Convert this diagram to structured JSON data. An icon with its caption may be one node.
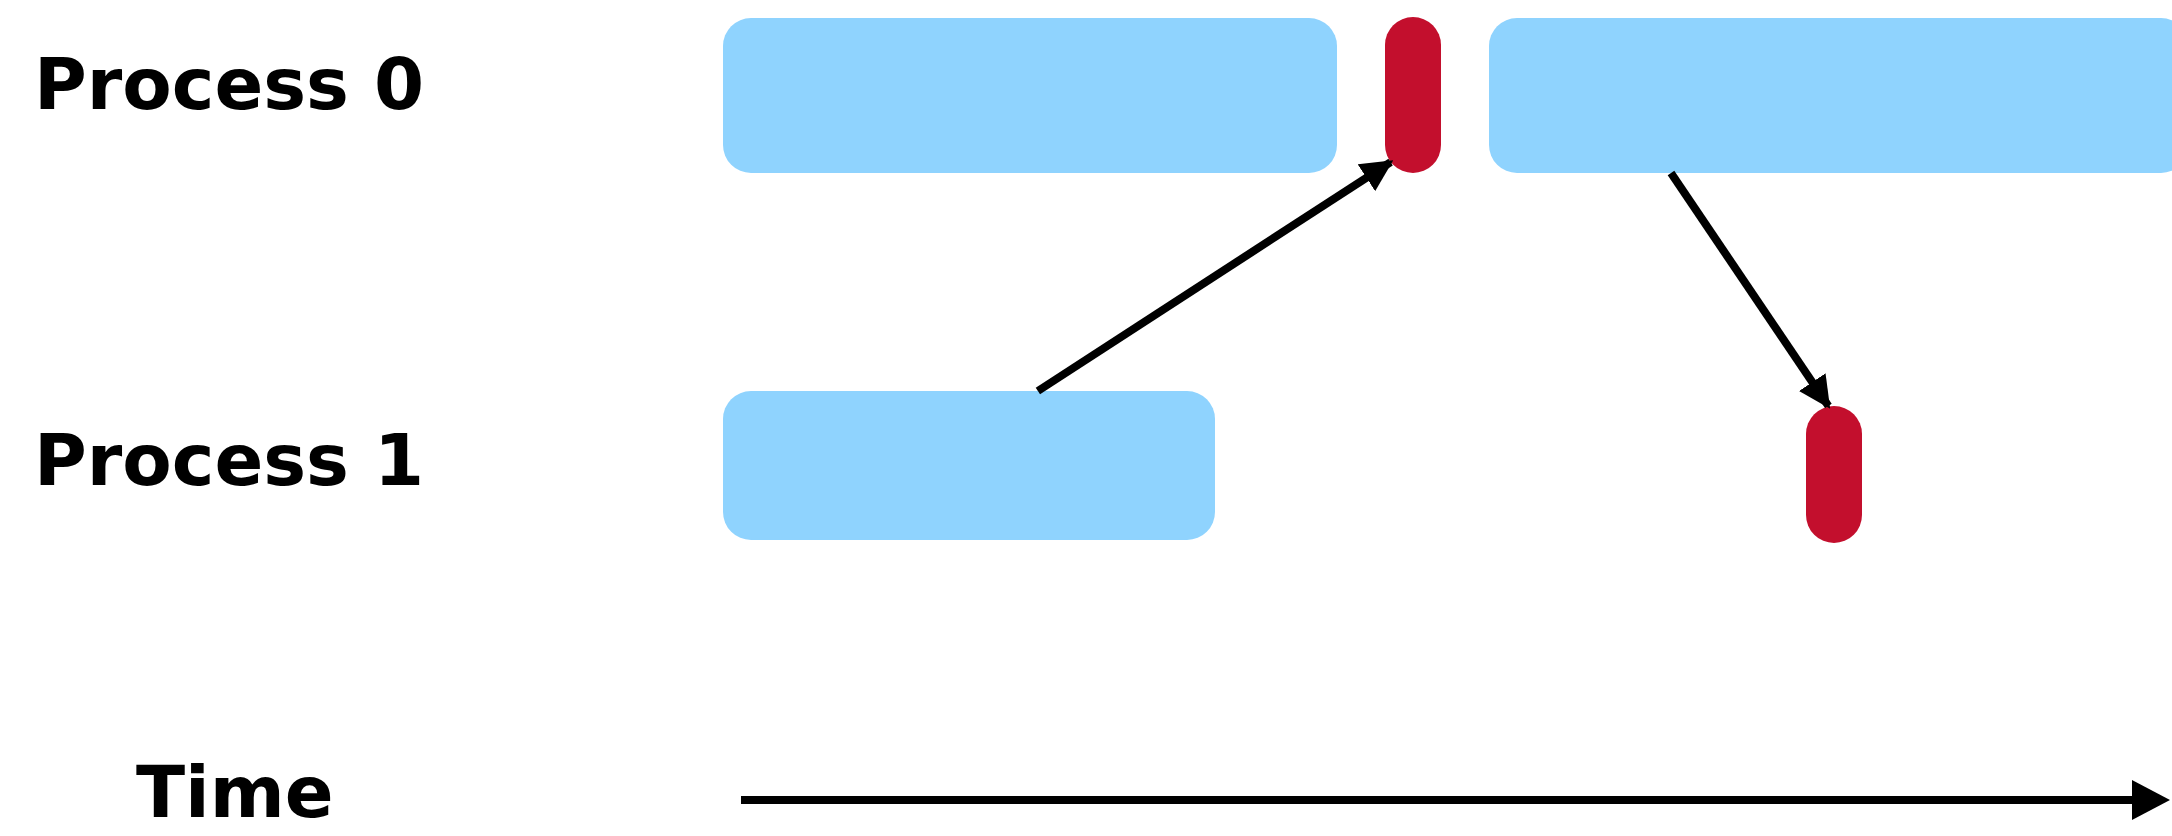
{
  "diagram": {
    "nodes": [
      {
        "text": [],
        "shape": "box"
      },
      {
        "text": [],
        "shape": "bar"
      },
      {
        "text": [],
        "shape": "box"
      },
      {
        "text": [],
        "shape": "box"
      },
      {
        "text": [],
        "shape": "bar"
      }
    ],
    "edges": [
      {
        "from": 3,
        "to": 1,
        "arrow": "to"
      },
      {
        "from": 2,
        "to": 4,
        "arrow": "to"
      }
    ],
    "labels": [
      "Process 0",
      "Process 1",
      "Time"
    ]
  }
}
